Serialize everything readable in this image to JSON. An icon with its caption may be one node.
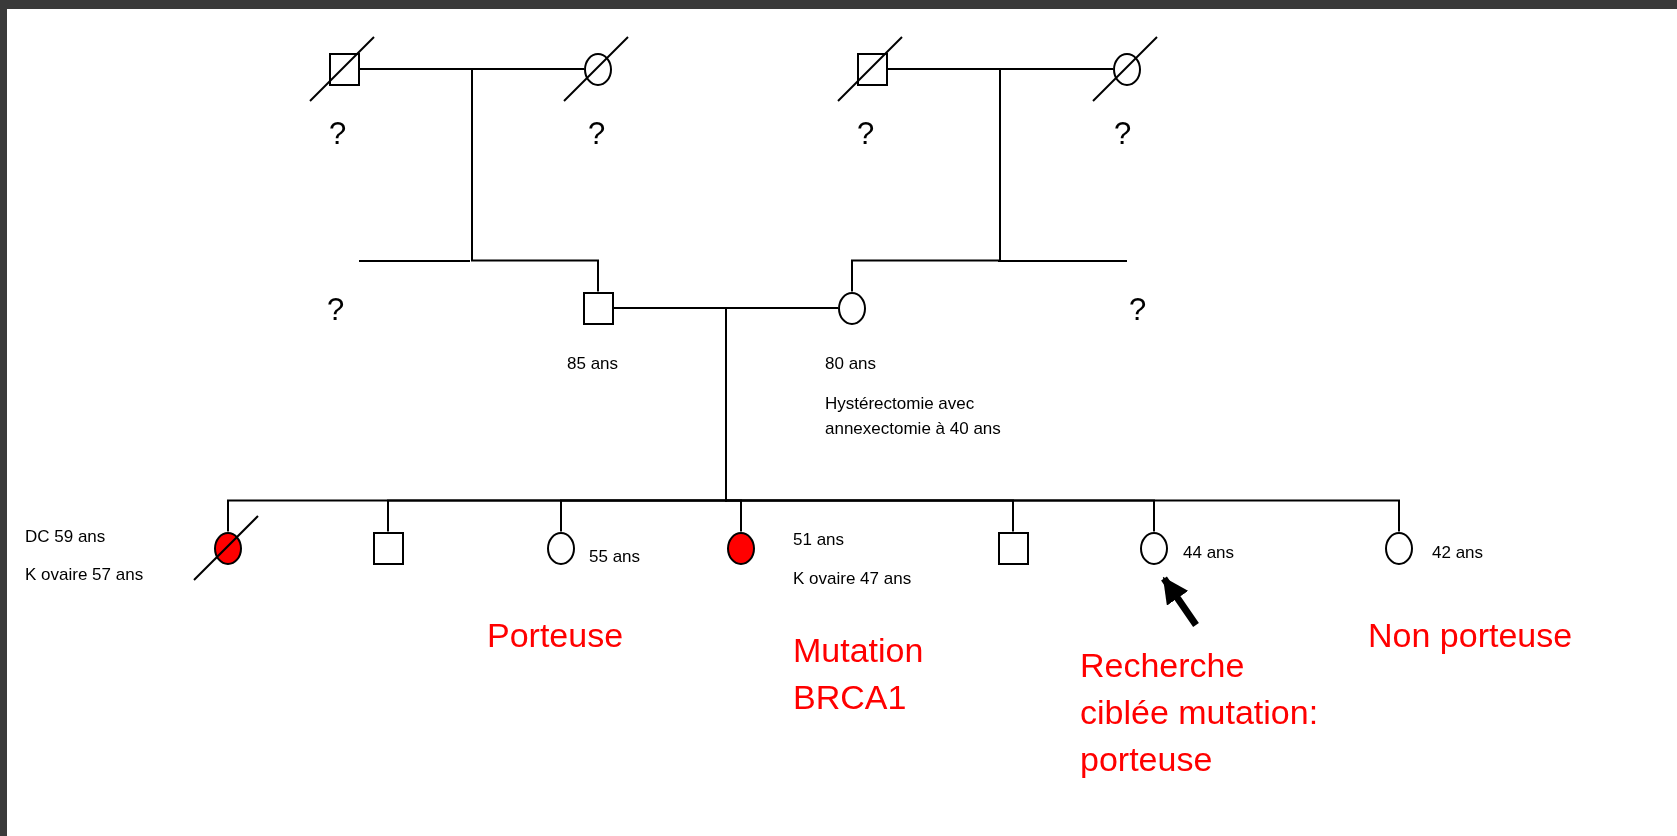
{
  "diagram": {
    "nodes": [
      {
        "text": [],
        "shape": "box",
        "beside": [
          "?"
        ]
      },
      {
        "text": [],
        "shape": "circle",
        "beside": [
          "?"
        ]
      },
      {
        "text": [],
        "shape": "box",
        "beside": [
          "?"
        ]
      },
      {
        "text": [],
        "shape": "circle",
        "beside": [
          "?"
        ]
      },
      {
        "text": [],
        "shape": "box",
        "beside": [
          "85 ans"
        ]
      },
      {
        "text": [],
        "shape": "circle",
        "beside": [
          "80 ans",
          "Hystérectomie avec annexectomie à 40 ans"
        ]
      },
      {
        "text": [],
        "shape": "circle",
        "beside": [
          "DC 59 ans",
          "K ovaire 57 ans"
        ]
      },
      {
        "text": [],
        "shape": "box"
      },
      {
        "text": [],
        "shape": "circle",
        "beside": [
          "55 ans"
        ]
      },
      {
        "text": [],
        "shape": "circle",
        "beside": [
          "51 ans",
          "K ovaire 47 ans"
        ]
      },
      {
        "text": [],
        "shape": "box"
      },
      {
        "text": [],
        "shape": "circle",
        "beside": [
          "44 ans"
        ]
      },
      {
        "text": [],
        "shape": "circle",
        "beside": [
          "42 ans"
        ]
      },
      {
        "text": [
          "Recherche ciblée mutation: porteuse"
        ]
      }
    ],
    "edges": [
      {
        "from": 0,
        "to": 1,
        "arrow": "none"
      },
      {
        "from": 2,
        "to": 3,
        "arrow": "none"
      },
      {
        "from": 0,
        "to": 4,
        "arrow": "none"
      },
      {
        "from": 2,
        "to": 5,
        "arrow": "none"
      },
      {
        "from": 4,
        "to": 5,
        "arrow": "none"
      },
      {
        "from": 4,
        "to": 6,
        "arrow": "none"
      },
      {
        "from": 4,
        "to": 7,
        "arrow": "none"
      },
      {
        "from": 4,
        "to": 8,
        "arrow": "none"
      },
      {
        "from": 4,
        "to": 9,
        "arrow": "none"
      },
      {
        "from": 4,
        "to": 10,
        "arrow": "none"
      },
      {
        "from": 4,
        "to": 11,
        "arrow": "none"
      },
      {
        "from": 4,
        "to": 12,
        "arrow": "none"
      },
      {
        "from": 13,
        "to": 11,
        "arrow": "to",
        "style": "thick"
      }
    ],
    "labels": [
      "?",
      "?",
      "Porteuse",
      "Mutation BRCA1",
      "Non porteuse"
    ]
  }
}
